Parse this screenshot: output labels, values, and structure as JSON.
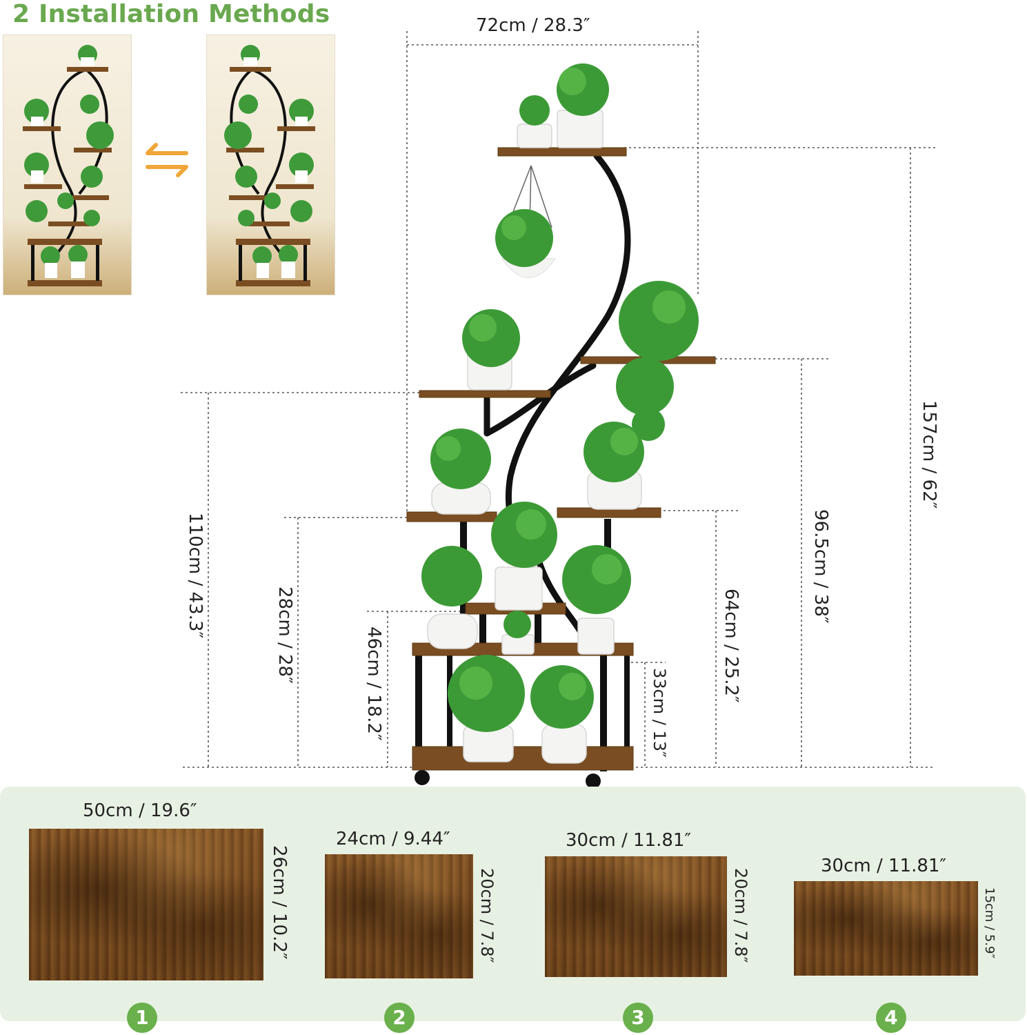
{
  "title": "2 Installation Methods",
  "stand_dimensions": {
    "top_width": "72cm / 28.3″",
    "total_height": "157cm / 62″",
    "height_96": "96.5cm / 38″",
    "height_110": "110cm / 43.3″",
    "height_64": "64cm / 25.2″",
    "height_28": "28cm / 28″",
    "height_46": "46cm / 18.2″",
    "height_33": "33cm / 13″"
  },
  "shelves": [
    {
      "number": "1",
      "width": "50cm / 19.6″",
      "depth": "26cm / 10.2″"
    },
    {
      "number": "2",
      "width": "24cm / 9.44″",
      "depth": "20cm / 7.8″"
    },
    {
      "number": "3",
      "width": "30cm / 11.81″",
      "depth": "20cm / 7.8″"
    },
    {
      "number": "4",
      "width": "30cm / 11.81″",
      "depth": "15cm / 5.9″"
    }
  ],
  "colors": {
    "accent_green": "#6aa84f",
    "badge_green": "#6ab04c",
    "arrow_orange": "#f0a63a",
    "panel_bg": "#e7f1e3",
    "wood": "#7a4e22",
    "frame": "#111111"
  }
}
